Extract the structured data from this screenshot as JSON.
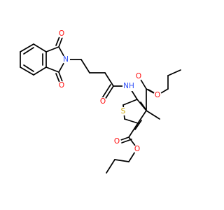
{
  "structure": {
    "colors": {
      "bond": "#000000",
      "oxygen": "#ff0d0d",
      "nitrogen": "#3050f8",
      "sulfur": "#c9a400"
    },
    "atom_labels": {
      "o_imide_top": "O",
      "o_imide_bottom": "O",
      "n_imide": "N",
      "o_amide": "O",
      "nh_amide": "NH",
      "o_ester4_ether": "O",
      "o_ester4_carbonyl": "O",
      "s_thiophene": "S",
      "o_ester2_carbonyl": "O",
      "o_ester2_ether": "O"
    }
  }
}
